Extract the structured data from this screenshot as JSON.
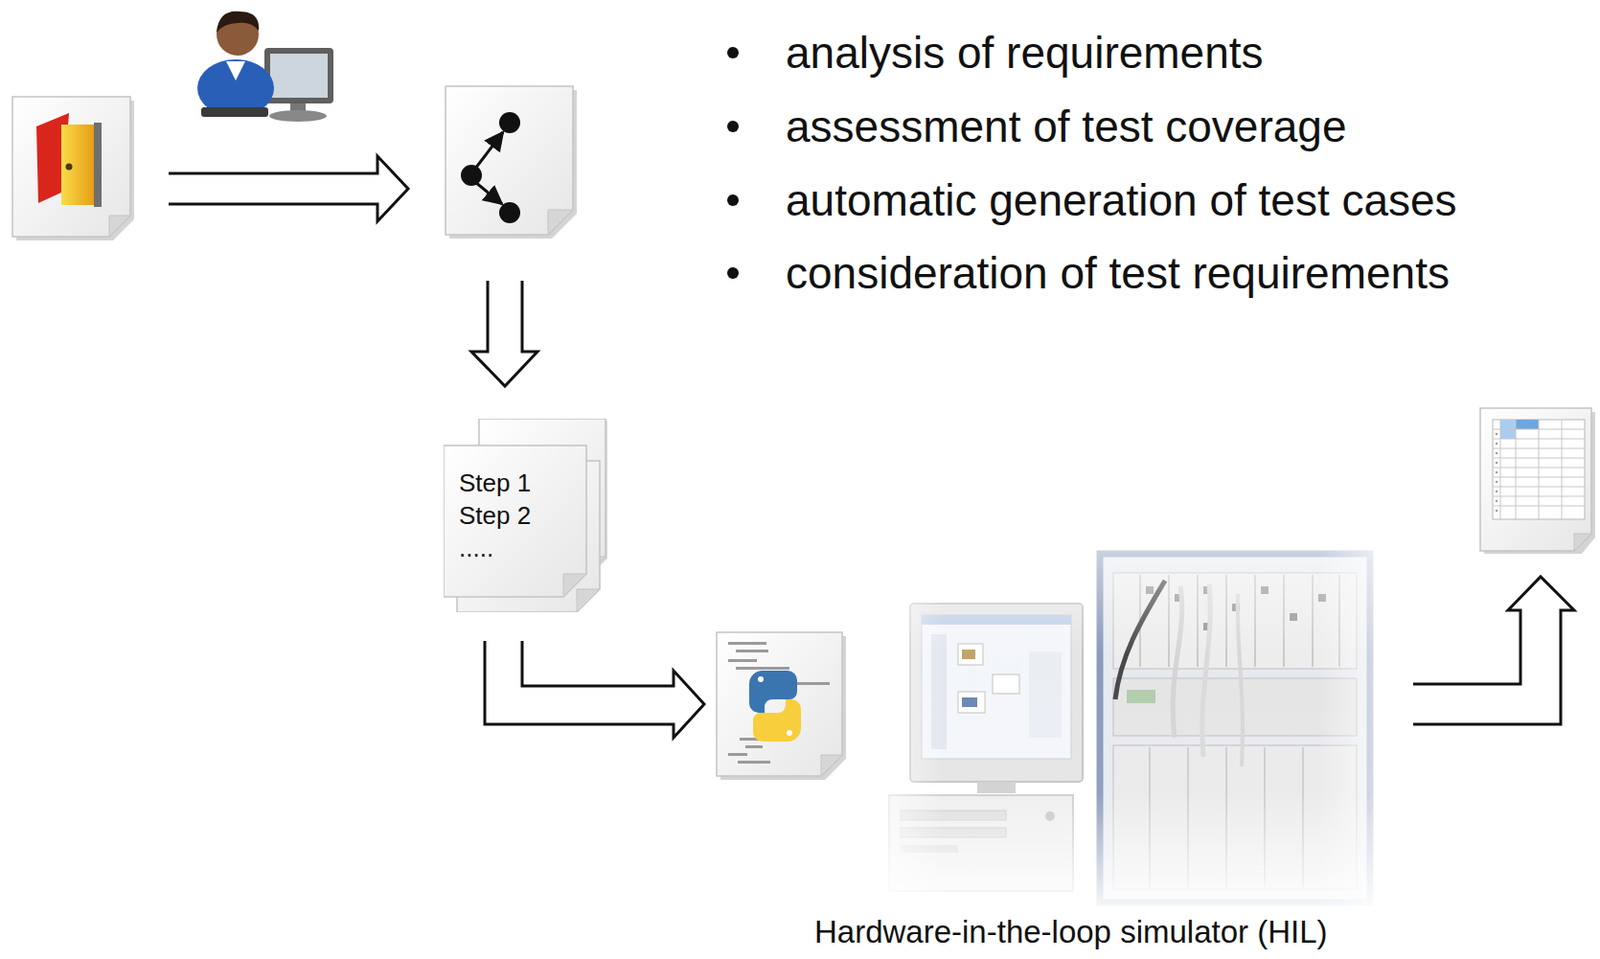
{
  "diagram": {
    "caption": "Hardware-in-the-loop simulator (HIL)",
    "nodes": [
      {
        "text": [
          "Step 1",
          "Step 2",
          "....."
        ]
      }
    ],
    "labels": [
      "analysis of requirements",
      "assessment of test coverage",
      "automatic generation of test cases",
      "consideration of test requirements"
    ]
  }
}
